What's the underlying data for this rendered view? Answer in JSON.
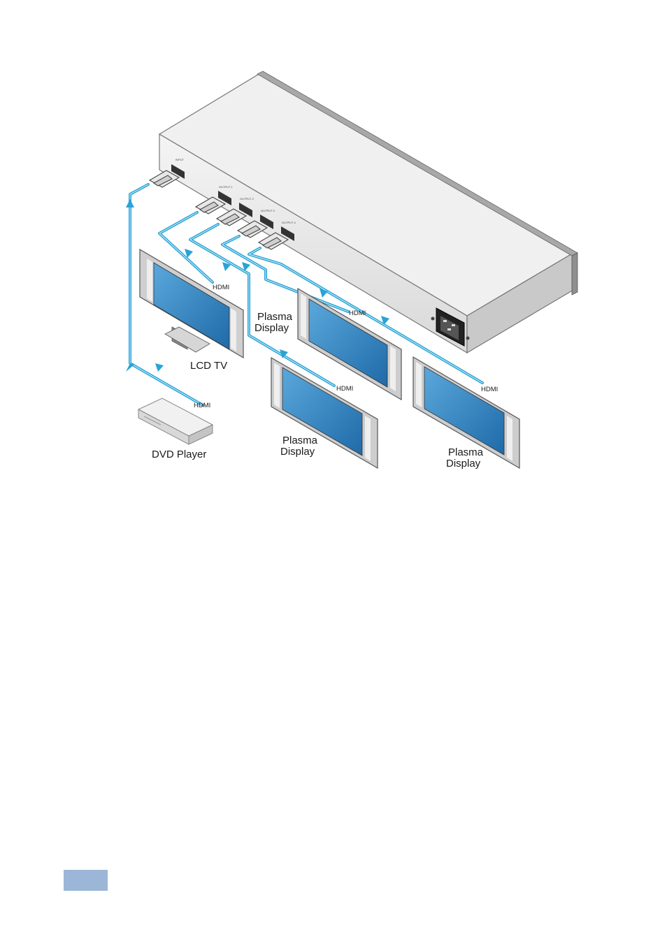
{
  "diagram": {
    "labels": {
      "lcd_tv": "LCD TV",
      "dvd_player": "DVD Player",
      "plasma_display_1": [
        "Plasma",
        "Display"
      ],
      "plasma_display_2": [
        "Plasma",
        "Display"
      ],
      "plasma_display_3": [
        "Plasma",
        "Display"
      ],
      "hdmi": "HDMI"
    },
    "ports": {
      "input": "INPUT",
      "outputs": [
        "OUTPUT 1",
        "OUTPUT 2",
        "OUTPUT 3",
        "OUTPUT 4"
      ]
    }
  },
  "colors": {
    "cable": "#2aa3d6",
    "screen": "#2f7fc0",
    "bezel": "#bdbdbd",
    "device": "#e6e6e6",
    "page_tab": "#9cb6d8"
  }
}
